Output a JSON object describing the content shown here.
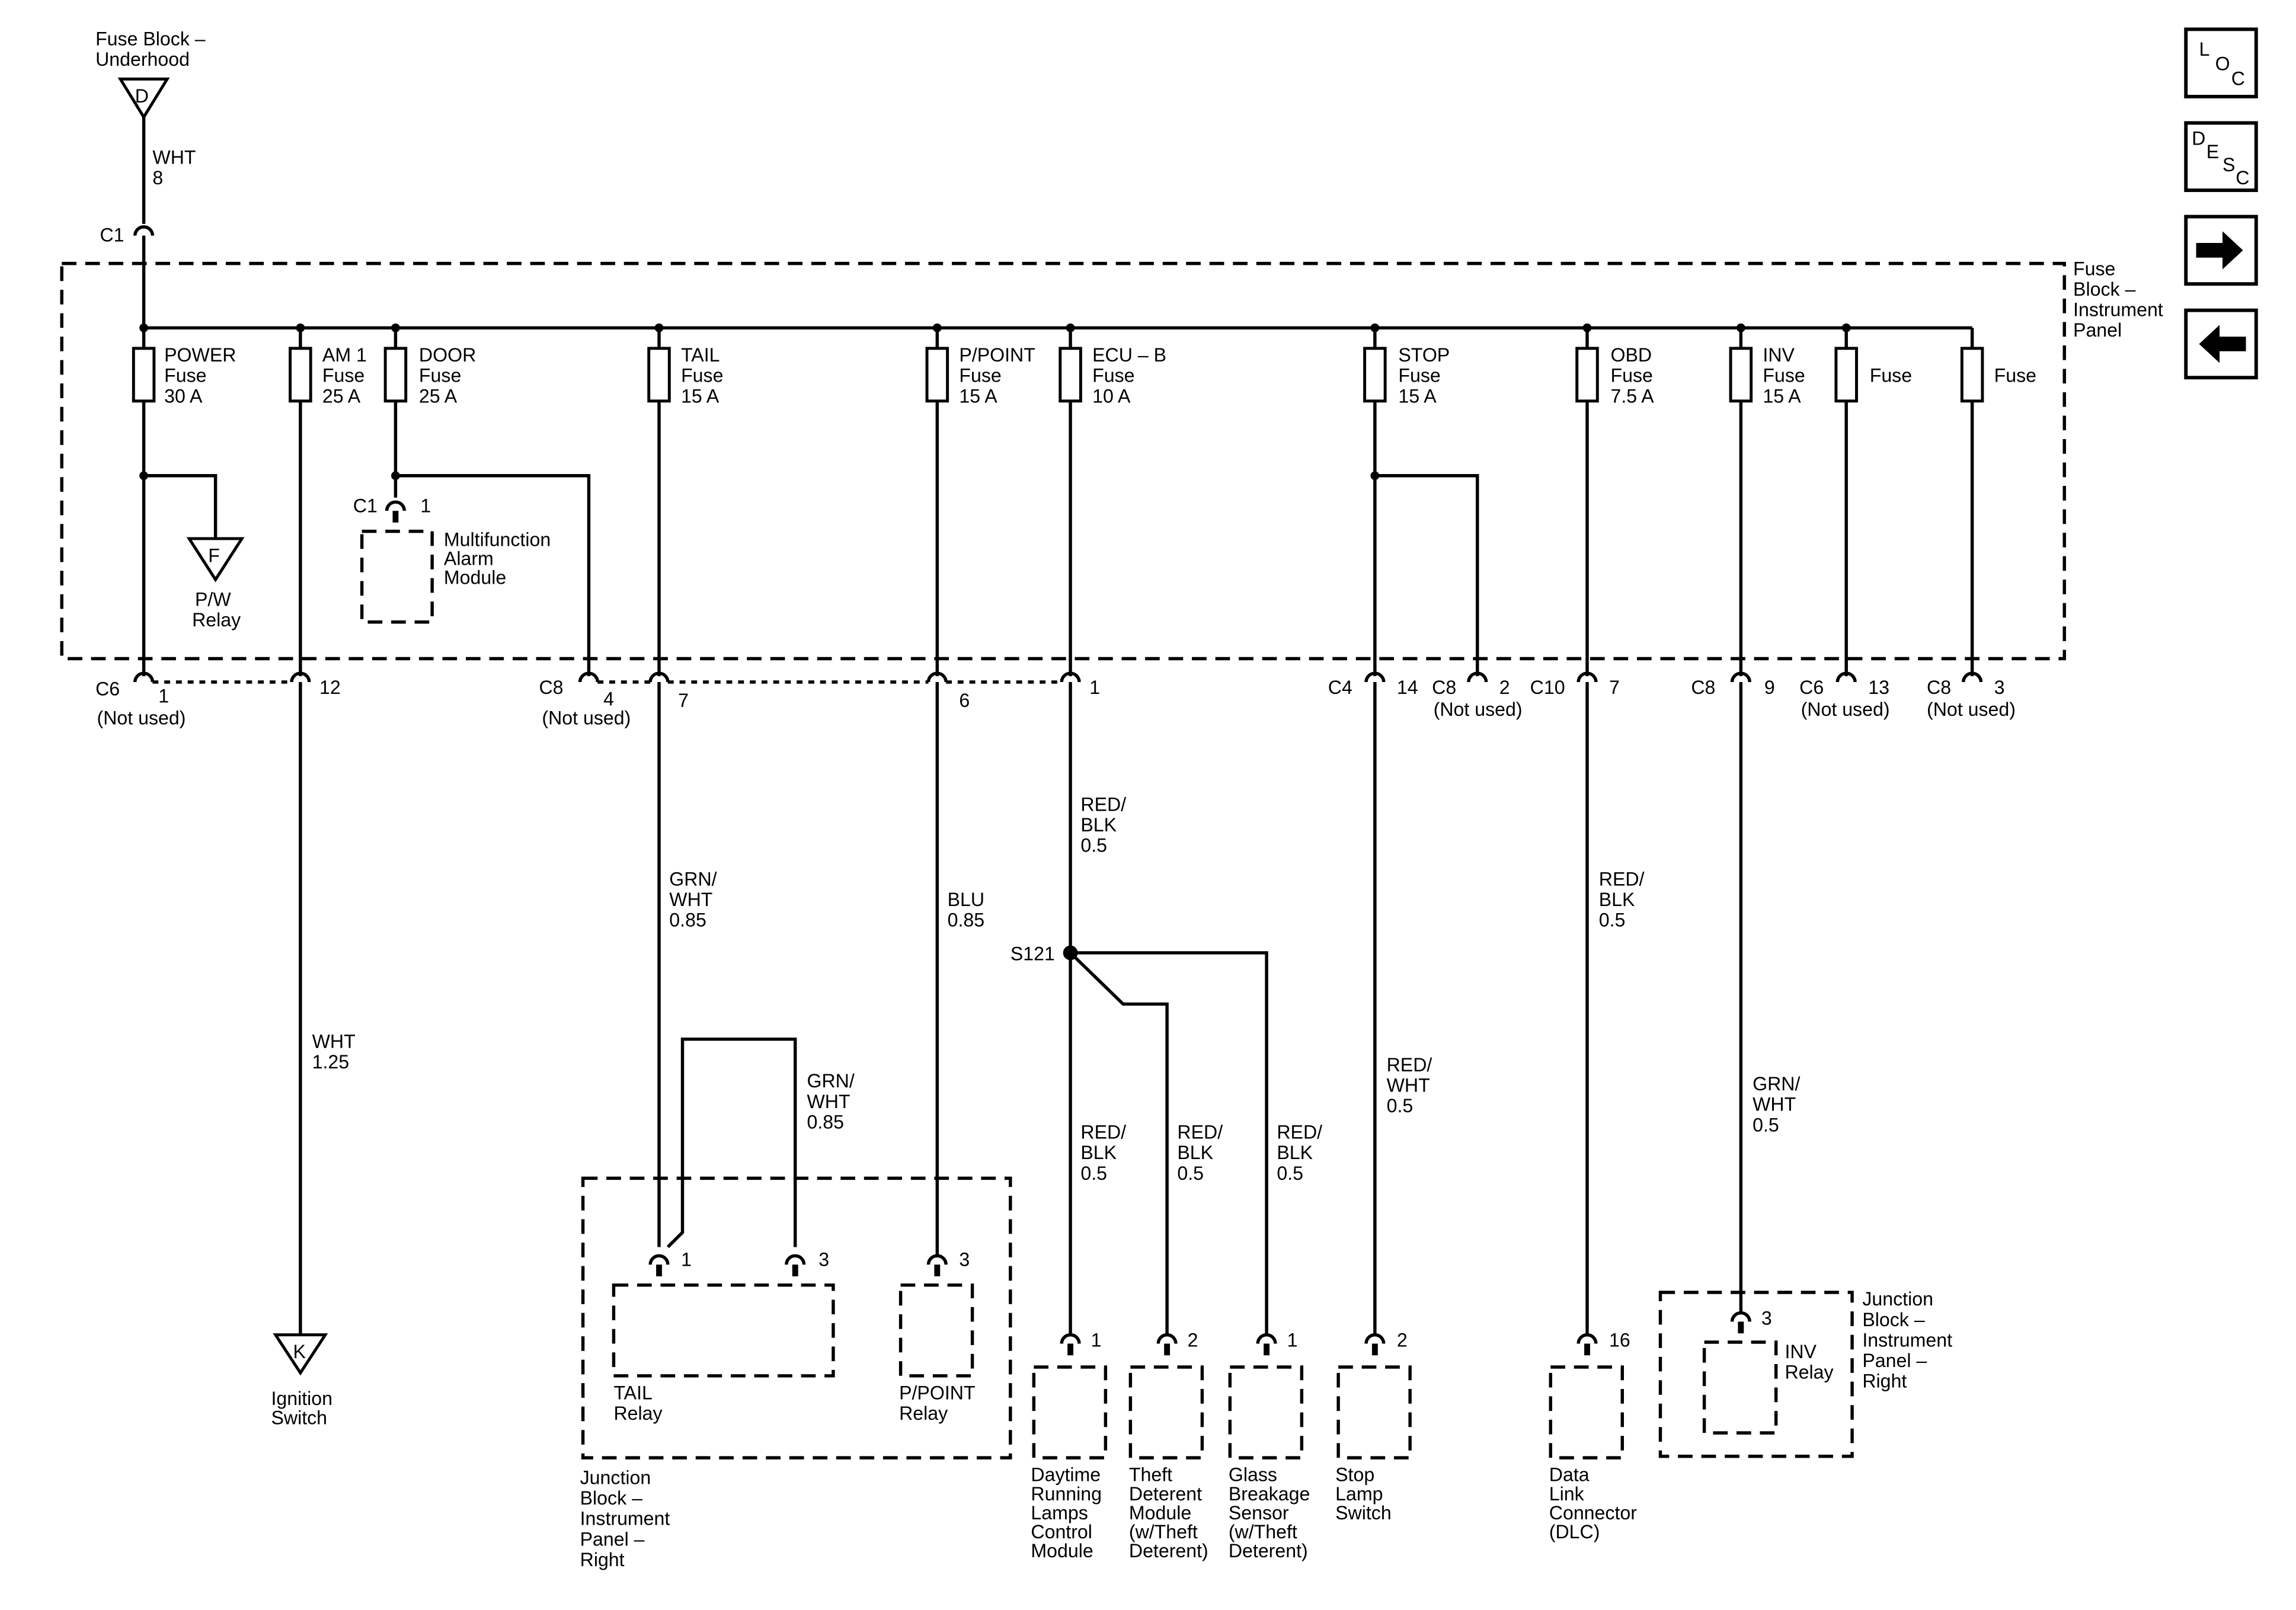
{
  "nav": {
    "loc": [
      "L",
      "O",
      "C"
    ],
    "desc": [
      "D",
      "E",
      "S",
      "C"
    ],
    "forward_icon": "right-arrow-icon",
    "back_icon": "left-arrow-icon"
  },
  "source": {
    "label": [
      "Fuse Block –",
      "Underhood"
    ],
    "symbol": "D",
    "wire": [
      "WHT",
      "8"
    ],
    "connector": "C1"
  },
  "fuse_block": {
    "label": [
      "Fuse",
      "Block –",
      "Instrument",
      "Panel"
    ]
  },
  "fuses": [
    {
      "id": "power",
      "lines": [
        "POWER",
        "Fuse",
        "30 A"
      ]
    },
    {
      "id": "am1",
      "lines": [
        "AM 1",
        "Fuse",
        "25 A"
      ]
    },
    {
      "id": "door",
      "lines": [
        "DOOR",
        "Fuse",
        "25 A"
      ]
    },
    {
      "id": "tail",
      "lines": [
        "TAIL",
        "Fuse",
        "15 A"
      ]
    },
    {
      "id": "ppoint",
      "lines": [
        "P/POINT",
        "Fuse",
        "15 A"
      ]
    },
    {
      "id": "ecub",
      "lines": [
        "ECU – B",
        "Fuse",
        "10 A"
      ]
    },
    {
      "id": "stop",
      "lines": [
        "STOP",
        "Fuse",
        "15 A"
      ]
    },
    {
      "id": "obd",
      "lines": [
        "OBD",
        "Fuse",
        "7.5 A"
      ]
    },
    {
      "id": "inv",
      "lines": [
        "INV",
        "Fuse",
        "15 A"
      ]
    },
    {
      "id": "fuse-a",
      "lines": [
        "Fuse"
      ]
    },
    {
      "id": "fuse-b",
      "lines": [
        "Fuse"
      ]
    }
  ],
  "pw_relay": {
    "symbol": "F",
    "label": [
      "P/W",
      "Relay"
    ]
  },
  "alarm": {
    "connector": "C1",
    "pin": "1",
    "label": [
      "Multifunction",
      "Alarm",
      "Module"
    ]
  },
  "bottom_connectors": [
    {
      "id": "c6-1",
      "conn": "C6",
      "pin": "1",
      "note": "(Not used)"
    },
    {
      "id": "c6-12",
      "conn": "",
      "pin": "12",
      "note": ""
    },
    {
      "id": "c8-4",
      "conn": "C8",
      "pin": "4",
      "note": "(Not used)"
    },
    {
      "id": "c8-7",
      "conn": "",
      "pin": "7",
      "note": ""
    },
    {
      "id": "c8-6",
      "conn": "",
      "pin": "6",
      "note": ""
    },
    {
      "id": "c8-1",
      "conn": "",
      "pin": "1",
      "note": ""
    },
    {
      "id": "c4-14",
      "conn": "C4",
      "pin": "14",
      "note": ""
    },
    {
      "id": "c8-2",
      "conn": "C8",
      "pin": "2",
      "note": "(Not used)"
    },
    {
      "id": "c10-7",
      "conn": "C10",
      "pin": "7",
      "note": ""
    },
    {
      "id": "c8-9",
      "conn": "C8",
      "pin": "9",
      "note": ""
    },
    {
      "id": "c6-13",
      "conn": "C6",
      "pin": "13",
      "note": "(Not used)"
    },
    {
      "id": "c8-3",
      "conn": "C8",
      "pin": "3",
      "note": "(Not used)"
    }
  ],
  "wires": {
    "am1": [
      "WHT",
      "1.25"
    ],
    "tail": [
      "GRN/",
      "WHT",
      "0.85"
    ],
    "tail_jumper": [
      "GRN/",
      "WHT",
      "0.85"
    ],
    "ppoint": [
      "BLU",
      "0.85"
    ],
    "ecub_main": [
      "RED/",
      "BLK",
      "0.5"
    ],
    "drl": [
      "RED/",
      "BLK",
      "0.5"
    ],
    "theft": [
      "RED/",
      "BLK",
      "0.5"
    ],
    "glass": [
      "RED/",
      "BLK",
      "0.5"
    ],
    "stop": [
      "RED/",
      "WHT",
      "0.5"
    ],
    "obd": [
      "RED/",
      "BLK",
      "0.5"
    ],
    "inv": [
      "GRN/",
      "WHT",
      "0.5"
    ]
  },
  "splice": "S121",
  "ignition": {
    "symbol": "K",
    "label": [
      "Ignition",
      "Switch"
    ]
  },
  "jb_left": {
    "label": [
      "Junction",
      "Block –",
      "Instrument",
      "Panel –",
      "Right"
    ],
    "tail_relay": {
      "pins": [
        "1",
        "3"
      ],
      "label": [
        "TAIL",
        "Relay"
      ]
    },
    "ppoint_relay": {
      "pin": "3",
      "label": [
        "P/POINT",
        "Relay"
      ]
    }
  },
  "jb_right": {
    "label": [
      "Junction",
      "Block –",
      "Instrument",
      "Panel –",
      "Right"
    ],
    "inv_relay": {
      "pin": "3",
      "label": [
        "INV",
        "Relay"
      ]
    }
  },
  "components": [
    {
      "id": "drl",
      "pin": "1",
      "label": [
        "Daytime",
        "Running",
        "Lamps",
        "Control",
        "Module"
      ]
    },
    {
      "id": "theft",
      "pin": "2",
      "label": [
        "Theft",
        "Deterent",
        "Module",
        "(w/Theft",
        "Deterent)"
      ]
    },
    {
      "id": "glass",
      "pin": "1",
      "label": [
        "Glass",
        "Breakage",
        "Sensor",
        "(w/Theft",
        "Deterent)"
      ]
    },
    {
      "id": "stoplamp",
      "pin": "2",
      "label": [
        "Stop",
        "Lamp",
        "Switch"
      ]
    },
    {
      "id": "dlc",
      "pin": "16",
      "label": [
        "Data",
        "Link",
        "Connector",
        "(DLC)"
      ]
    }
  ]
}
